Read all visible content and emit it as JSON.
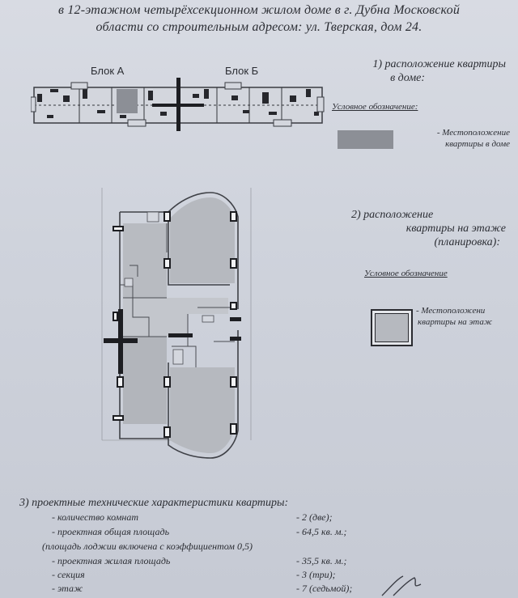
{
  "header": {
    "line1": "в 12-этажном четырёхсекционном жилом доме в г. Дубна Московской",
    "line2": "области со строительным адресом: ул. Тверская, дом 24."
  },
  "building": {
    "block_a": "Блок А",
    "block_b": "Блок Б"
  },
  "section1": {
    "title_line1": "1) расположение квартиры",
    "title_line2": "в доме:",
    "legend_title": "Условное обозначение:",
    "legend_desc_line1": "- Местоположение",
    "legend_desc_line2": "квартиры в доме",
    "legend_color": "#8c8f96"
  },
  "section2": {
    "title_line1": "2)   расположение",
    "title_line2": "квартиры на этаже",
    "title_line3": "(планировка):",
    "legend_title": "Условное обозначение",
    "legend_desc_line1": "- Местоположени",
    "legend_desc_line2": "квартиры на этаж",
    "legend_color": "#b6b9bf"
  },
  "specs": {
    "title": "3) проектные технические  характеристики квартиры:",
    "rows": [
      {
        "label": "- количество комнат",
        "value": "- 2 (две);"
      },
      {
        "label": "- проектная общая площадь",
        "value": "- 64,5 кв. м.;"
      },
      {
        "label": "(площадь лоджии включена с коэффициентом 0,5)",
        "value": ""
      },
      {
        "label": "- проектная жилая площадь",
        "value": "- 35,5 кв. м.;"
      },
      {
        "label": "- секция",
        "value": "- 3 (три);"
      },
      {
        "label": "- этаж",
        "value": "- 7 (седьмой);"
      }
    ]
  }
}
